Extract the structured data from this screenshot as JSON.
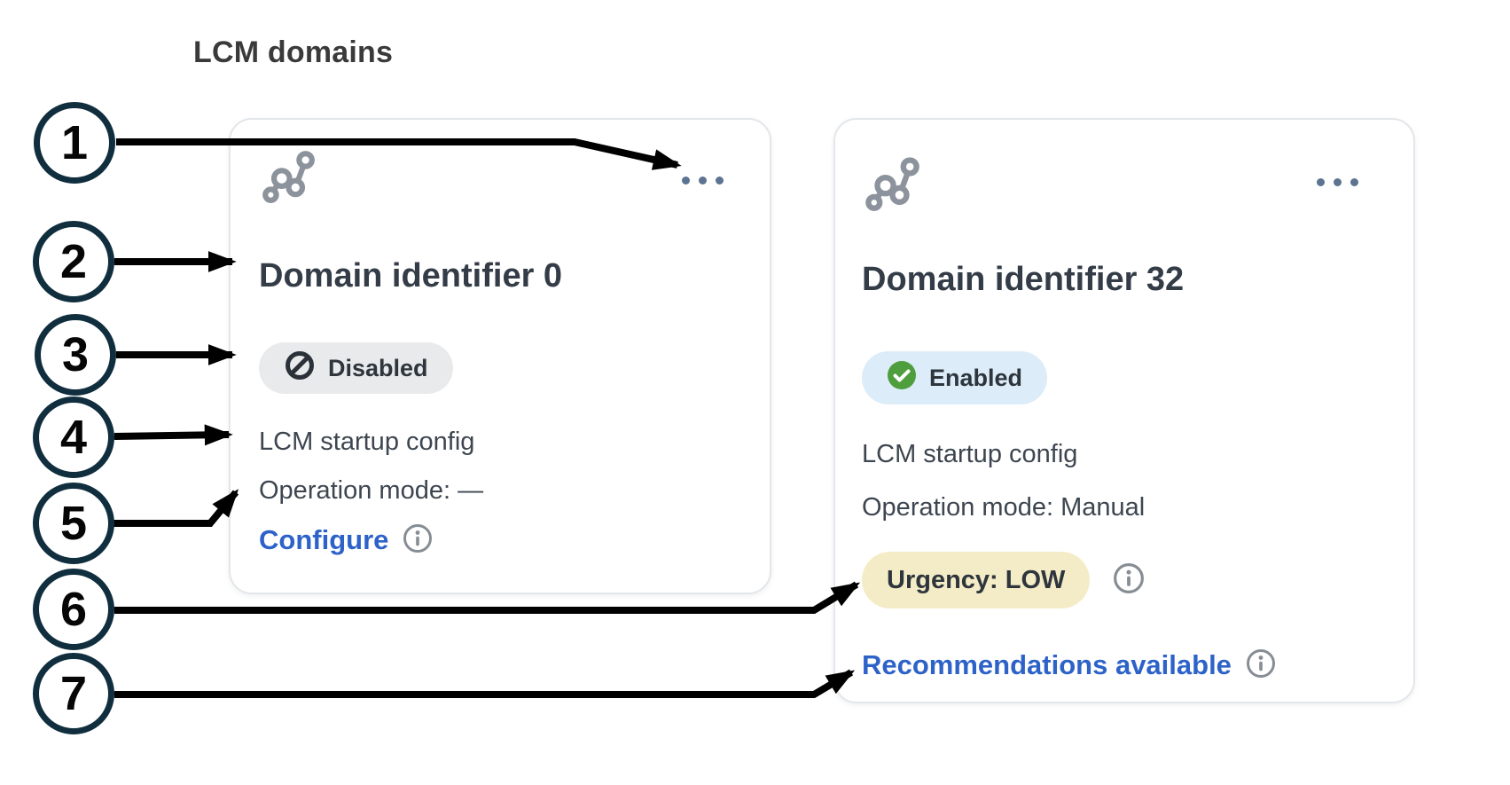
{
  "page": {
    "title": "LCM domains"
  },
  "callouts": [
    "1",
    "2",
    "3",
    "4",
    "5",
    "6",
    "7"
  ],
  "cards": {
    "domain0": {
      "title": "Domain identifier 0",
      "status": "Disabled",
      "startup_config": "LCM startup config",
      "operation_mode": "Operation mode: —",
      "action_link": "Configure",
      "menu_icon": "ellipsis-menu",
      "type_icon": "network-nodes"
    },
    "domain32": {
      "title": "Domain identifier 32",
      "status": "Enabled",
      "startup_config": "LCM startup config",
      "operation_mode": "Operation mode: Manual",
      "urgency": "Urgency: LOW",
      "action_link": "Recommendations available",
      "menu_icon": "ellipsis-menu",
      "type_icon": "network-nodes"
    }
  },
  "colors": {
    "callout_ring": "#102e3e",
    "arrow_black": "#000000",
    "link_blue": "#2d63c8",
    "disabled_badge_bg": "#e8eaec",
    "enabled_badge_bg": "#dcecf9",
    "enabled_check_green": "#4f9e3d",
    "urgency_low_bg": "#f4ecc6",
    "domain_icon_gray": "#8d939c",
    "card_border": "#e3e6ea"
  }
}
